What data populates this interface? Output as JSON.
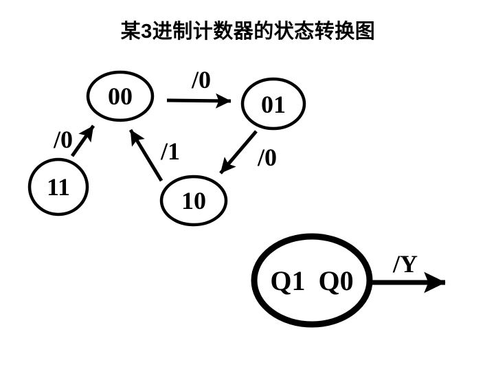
{
  "title": "某3进制计数器的状态转换图",
  "colors": {
    "ink": "#000000",
    "background": "#ffffff"
  },
  "diagram": {
    "nodes": [
      {
        "id": "00",
        "label": "00"
      },
      {
        "id": "01",
        "label": "01"
      },
      {
        "id": "10",
        "label": "10"
      },
      {
        "id": "11",
        "label": "11"
      }
    ],
    "edges": [
      {
        "from": "00",
        "to": "01",
        "label": "/0"
      },
      {
        "from": "01",
        "to": "10",
        "label": "/0"
      },
      {
        "from": "10",
        "to": "00",
        "label": "/1"
      },
      {
        "from": "11",
        "to": "00",
        "label": "/0"
      }
    ],
    "output_block": {
      "label": "Q1 Q0",
      "edge_label": "/Y"
    }
  }
}
